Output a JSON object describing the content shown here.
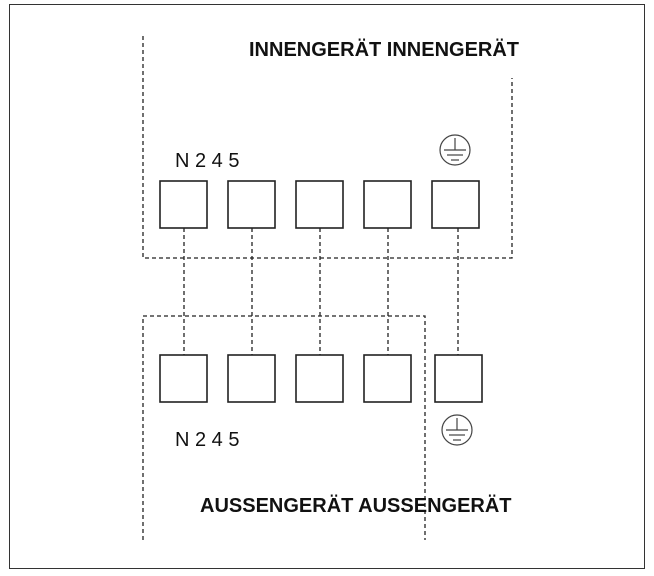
{
  "indoor": {
    "title": "INNENGERÄT INNENGERÄT",
    "terminal_labels": "N 2 4 5"
  },
  "outdoor": {
    "title": "AUSSENGERÄT AUSSENGERÄT",
    "terminal_labels": "N 2 4 5"
  },
  "icons": [
    "ground-icon",
    "ground-icon"
  ]
}
